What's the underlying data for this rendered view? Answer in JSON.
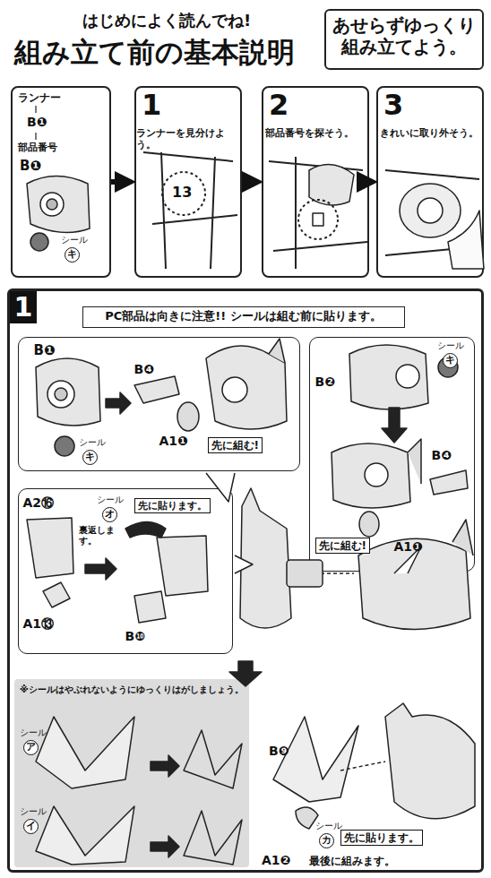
{
  "diagram": {
    "title": "組み立て前の基本説明",
    "nodes": [
      {
        "text": [
          "あせらずゆっくり 組み立てよう。"
        ]
      },
      {
        "text": [
          "ランナー",
          "B❶",
          "部品番号",
          "B❶",
          "シール",
          "キ"
        ]
      },
      {
        "text": [
          "1",
          "ランナーを見分けよう。",
          "13"
        ]
      },
      {
        "text": [
          "2",
          "部品番号を探そう。"
        ]
      },
      {
        "text": [
          "3",
          "きれいに取り外そう。"
        ]
      },
      {
        "text": [
          "1"
        ]
      },
      {
        "text": [
          "PC部品は向きに注意!! シールは組む前に貼ります。"
        ],
        "in": 5
      },
      {
        "text": [
          "B❶",
          "シール",
          "キ",
          "B❹",
          "A1❶",
          "先に組む!"
        ],
        "in": 5
      },
      {
        "text": [
          "シール",
          "キ",
          "B❷",
          "B❹",
          "先に組む!",
          "A1❶"
        ],
        "in": 5
      },
      {
        "text": [
          "A2⑯",
          "裏返します。",
          "A1⑬",
          "シール",
          "オ",
          "先に貼ります。",
          "B❿"
        ],
        "in": 5
      },
      {
        "text": [
          "※シールはやぶれないようにゆっくりはがしましょう。",
          "シール",
          "ア",
          "シール",
          "イ"
        ],
        "in": 5
      }
    ],
    "edges": [
      {
        "from": 1,
        "to": 2,
        "arrow": "to"
      },
      {
        "from": 2,
        "to": 3,
        "arrow": "to"
      },
      {
        "from": 3,
        "to": 4,
        "arrow": "to"
      }
    ],
    "labels": [
      "はじめによく読んでね!",
      "B❾",
      "シール",
      "カ",
      "先に貼ります。",
      "A1❷",
      "最後に組みます。"
    ]
  }
}
